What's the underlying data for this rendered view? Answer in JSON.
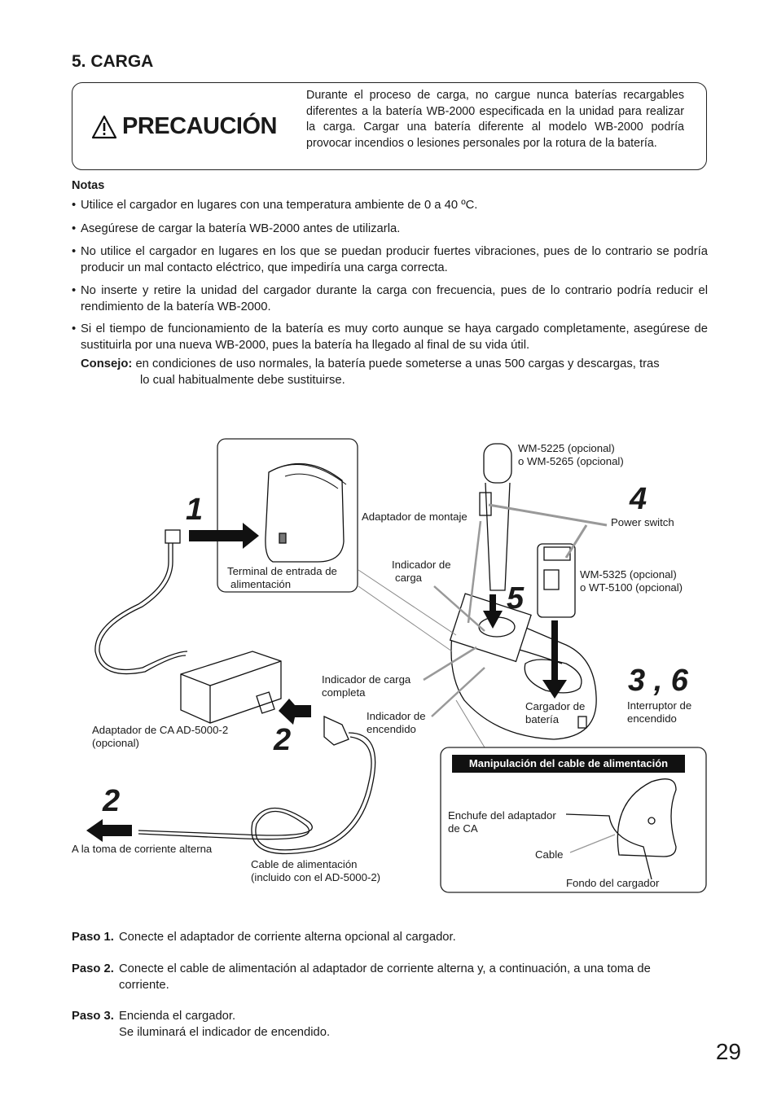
{
  "section": {
    "title": "5. CARGA"
  },
  "caution": {
    "heading": "PRECAUCIÓN",
    "text": "Durante el proceso de carga, no cargue nunca baterías recargables diferentes a la batería WB-2000 especificada en la unidad para realizar la carga. Cargar una batería diferente al modelo WB-2000 podría provocar incendios o lesiones personales por la rotura de la batería."
  },
  "notes": {
    "title": "Notas",
    "bullet": "•",
    "items": [
      "Utilice el cargador en lugares con una temperatura ambiente de 0 a 40 ºC.",
      "Asegúrese de cargar la batería WB-2000 antes de utilizarla.",
      "No utilice el cargador en lugares en los que se puedan producir fuertes vibraciones, pues de lo contrario se podría producir un mal contacto eléctrico, que impediría una carga correcta.",
      "No inserte y retire la unidad del cargador durante la carga con frecuencia, pues de lo contrario podría reducir el rendimiento de la batería WB-2000.",
      "Si el tiempo de funcionamiento de la batería es muy corto aunque se haya cargado completamente, asegúrese de sustituirla por una nueva WB-2000, pues la batería ha llegado al final de su vida útil."
    ],
    "tip_label": "Consejo:",
    "tip_text": "en condiciones de uso normales, la batería puede someterse a unas 500 cargas y descargas, tras",
    "tip_text2": "lo cual habitualmente debe sustituirse."
  },
  "diagram": {
    "mic_line1": "WM-5225 (opcional)",
    "mic_line2": "o WM-5265 (opcional)",
    "power_switch": "Power switch",
    "mount_adapter": "Adaptador de montaje",
    "charge_ind_1": "Indicador de",
    "charge_ind_2": "carga",
    "terminal_1": "Terminal de entrada de",
    "terminal_2": "alimentación",
    "wm5325_1": "WM-5325 (opcional)",
    "wm5325_2": "o WT-5100 (opcional)",
    "full_ind_1": "Indicador de carga",
    "full_ind_2": "completa",
    "power_ind_1": "Indicador de",
    "power_ind_2": "encendido",
    "battery_charger_1": "Cargador de",
    "battery_charger_2": "batería",
    "power_sw_1": "Interruptor de",
    "power_sw_2": "encendido",
    "ac_adapter_1": "Adaptador de CA AD-5000-2",
    "ac_adapter_2": "(opcional)",
    "outlet": "A la toma de corriente alterna",
    "cable_1": "Cable de alimentación",
    "cable_2": "(incluido con el AD-5000-2)",
    "handling_title": "Manipulación del cable de alimentación",
    "plug_1": "Enchufe del adaptador",
    "plug_2": "de CA",
    "cable": "Cable",
    "bottom": "Fondo del cargador",
    "num_1": "1",
    "num_2a": "2",
    "num_2b": "2",
    "num_4": "4",
    "num_5": "5",
    "num_36": "3 , 6"
  },
  "steps": [
    {
      "label": "Paso 1.",
      "text": "Conecte el adaptador de corriente alterna opcional al cargador.",
      "text2": ""
    },
    {
      "label": "Paso 2.",
      "text": "Conecte el cable de alimentación al adaptador de corriente alterna y, a continuación, a una toma de",
      "text2": "corriente."
    },
    {
      "label": "Paso 3.",
      "text": "Encienda el cargador.",
      "text2": "Se iluminará el indicador de encendido."
    }
  ],
  "page_number": "29"
}
